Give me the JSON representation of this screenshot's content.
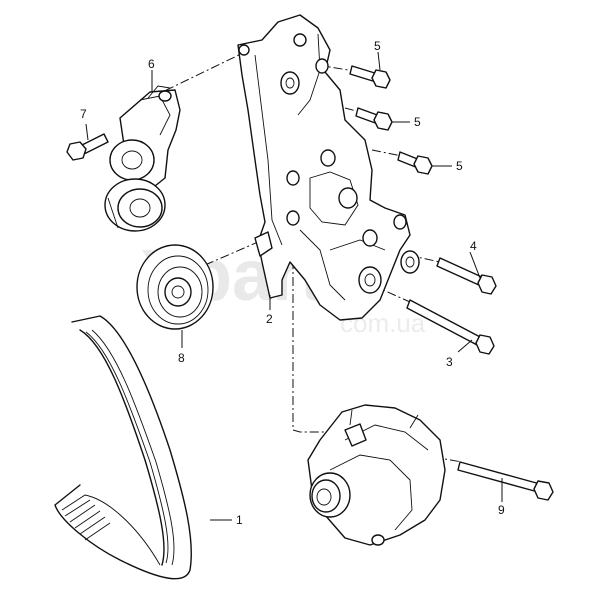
{
  "watermark": {
    "main": "Xparts",
    "sub": "com.ua"
  },
  "callouts": {
    "c1": "1",
    "c2": "2",
    "c3": "3",
    "c4": "4",
    "c5a": "5",
    "c5b": "5",
    "c5c": "5",
    "c6": "6",
    "c7": "7",
    "c8": "8",
    "c9": "9"
  }
}
